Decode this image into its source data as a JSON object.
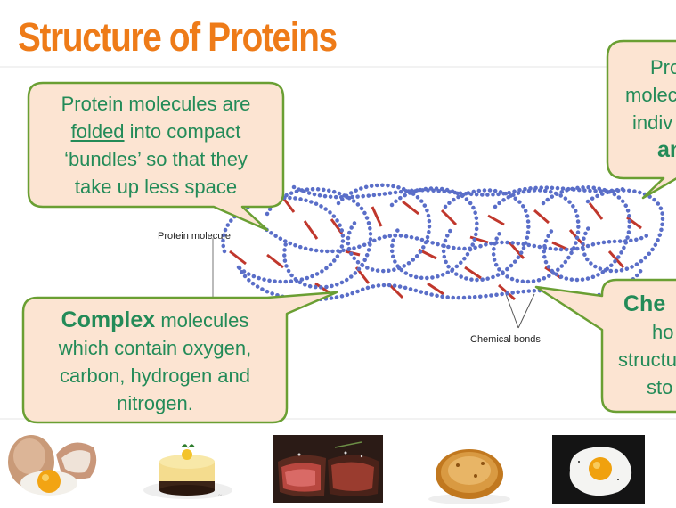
{
  "title": "Structure of Proteins",
  "colors": {
    "title": "#ee7b18",
    "callout_fill": "#fce4d2",
    "callout_border": "#6a9f33",
    "callout_text": "#238b58",
    "chain": "#5a6ec8",
    "bonds": "#c0372c"
  },
  "diagram": {
    "protein_label": "Protein molecule",
    "bonds_label": "Chemical bonds"
  },
  "callouts": {
    "folded": {
      "before": "Protein molecules are",
      "emph": "folded",
      "after": "into compact",
      "line3": "‘bundles’ so that they",
      "line4": "take up less space"
    },
    "complex": {
      "strong": "Complex",
      "rest": "molecules",
      "line2": "which contain oxygen,",
      "line3": "carbon, hydrogen and",
      "line4": "nitrogen."
    },
    "top_right": {
      "line1": "Pro",
      "line2": "molec",
      "line3": "indiv",
      "line4": "am"
    },
    "bottom_right": {
      "line1": "Che",
      "line2": "ho",
      "line3": "structu",
      "line4": "sto"
    }
  },
  "photos": [
    {
      "name": "eggs-photo"
    },
    {
      "name": "cheesecake-photo"
    },
    {
      "name": "steak-photo"
    },
    {
      "name": "fishcake-photo"
    },
    {
      "name": "fried-egg-photo"
    }
  ]
}
